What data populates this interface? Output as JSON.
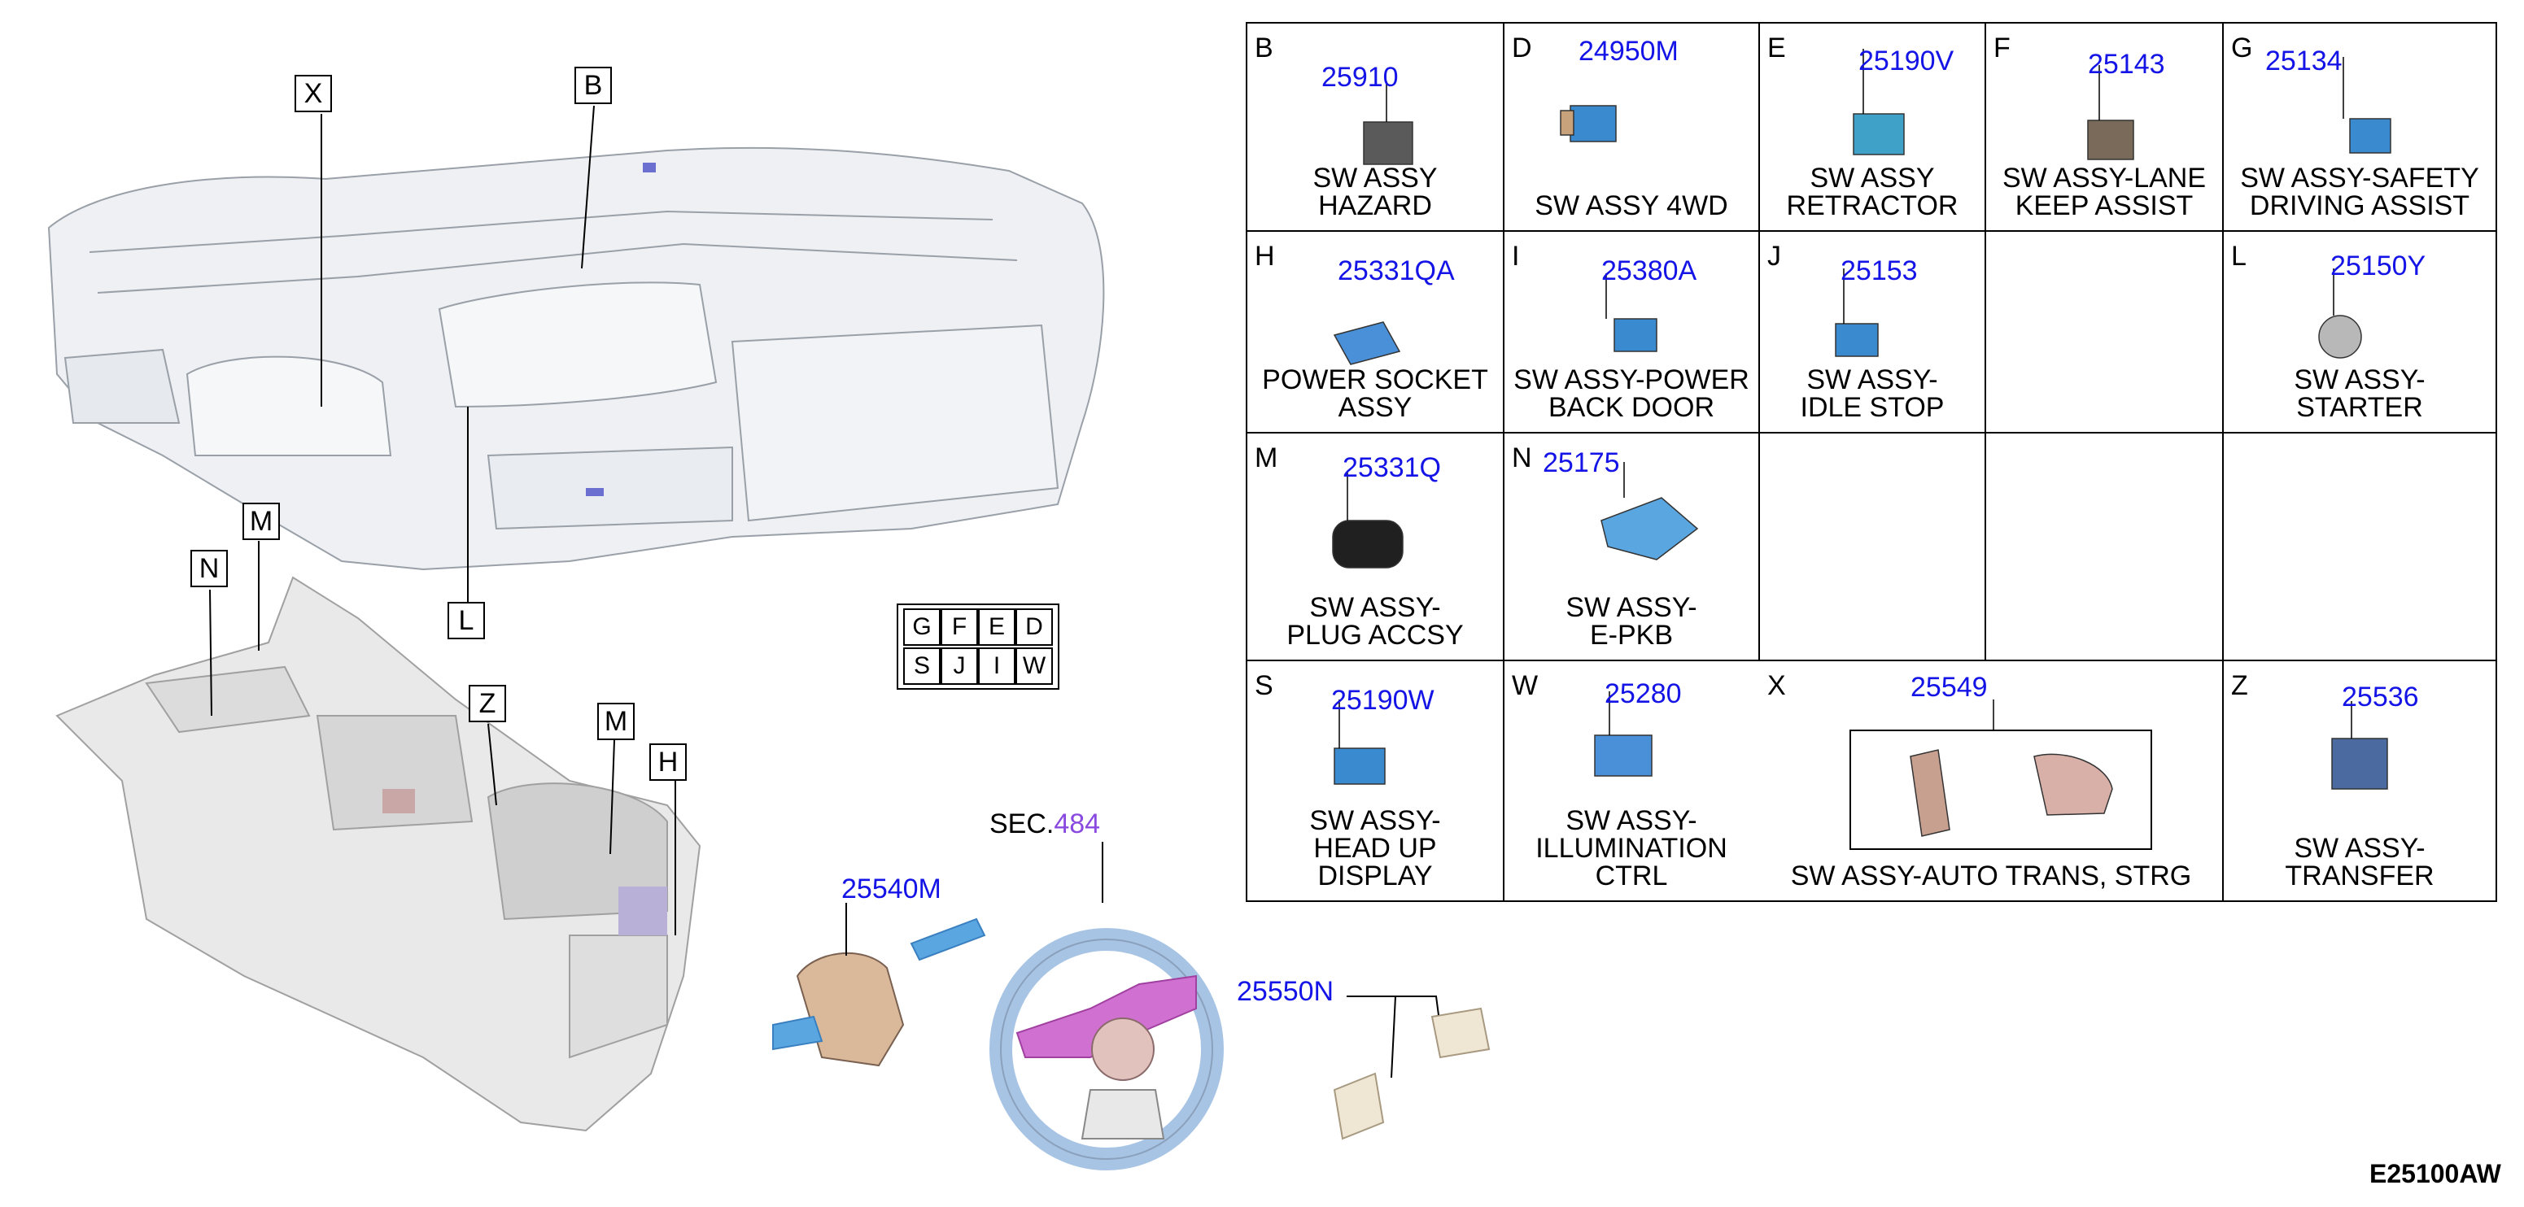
{
  "dashboard_labels": {
    "x": "X",
    "b": "B",
    "l": "L",
    "n": "N",
    "m_top": "M",
    "z": "Z",
    "m_console": "M",
    "h": "H"
  },
  "legend_grid": [
    [
      "G",
      "F",
      "E",
      "D"
    ],
    [
      "S",
      "J",
      "I",
      "W"
    ]
  ],
  "steering": {
    "sec_label": "SEC.",
    "sec_number": "484",
    "part_combination_switch": "25540M",
    "part_steering_switch": "25550N"
  },
  "figure_id": "E25100AW",
  "table": {
    "rows": [
      [
        {
          "letter": "B",
          "part": "25910",
          "name": [
            "SW ASSY",
            "HAZARD"
          ],
          "color": "#5a5a5a"
        },
        {
          "letter": "D",
          "part": "24950M",
          "name": [
            "SW ASSY 4WD"
          ],
          "color": "#3a8ad0"
        },
        {
          "letter": "E",
          "part": "25190V",
          "name": [
            "SW ASSY",
            "RETRACTOR"
          ],
          "color": "#3fa0c8"
        },
        {
          "letter": "F",
          "part": "25143",
          "name": [
            "SW ASSY-LANE",
            "KEEP ASSIST"
          ],
          "color": "#7a6a5a"
        },
        {
          "letter": "G",
          "part": "25134",
          "name": [
            "SW ASSY-SAFETY",
            "DRIVING ASSIST"
          ],
          "color": "#3a8ad0"
        }
      ],
      [
        {
          "letter": "H",
          "part": "25331QA",
          "name": [
            "POWER SOCKET",
            "ASSY"
          ],
          "color": "#4a90d8"
        },
        {
          "letter": "I",
          "part": "25380A",
          "name": [
            "SW ASSY-POWER",
            "BACK DOOR"
          ],
          "color": "#3a8ad0"
        },
        {
          "letter": "J",
          "part": "25153",
          "name": [
            "SW ASSY-",
            "IDLE STOP"
          ],
          "color": "#3a8ad0"
        },
        {
          "letter": "",
          "part": "",
          "name": [],
          "color": ""
        },
        {
          "letter": "L",
          "part": "25150Y",
          "name": [
            "SW ASSY-",
            "STARTER"
          ],
          "color": "#b8b8b8"
        }
      ],
      [
        {
          "letter": "M",
          "part": "25331Q",
          "name": [
            "SW ASSY-",
            "PLUG ACCSY"
          ],
          "color": "#202020"
        },
        {
          "letter": "N",
          "part": "25175",
          "name": [
            "SW ASSY-",
            "E-PKB"
          ],
          "color": "#5aa6e0"
        },
        {
          "letter": "",
          "part": "",
          "name": [],
          "color": ""
        },
        {
          "letter": "",
          "part": "",
          "name": [],
          "color": ""
        },
        {
          "letter": "",
          "part": "",
          "name": [],
          "color": ""
        }
      ],
      [
        {
          "letter": "S",
          "part": "25190W",
          "name": [
            "SW ASSY-",
            "HEAD UP",
            "DISPLAY"
          ],
          "color": "#3a8ad0"
        },
        {
          "letter": "W",
          "part": "25280",
          "name": [
            "SW ASSY-",
            "ILLUMINATION",
            "CTRL"
          ],
          "color": "#4a90d8"
        },
        {
          "letter": "X",
          "part": "25549",
          "name": [
            "SW ASSY-AUTO TRANS, STRG"
          ],
          "color": "#c8a090"
        },
        {
          "letter": "Z",
          "part": "25536",
          "name": [
            "SW ASSY-",
            "TRANSFER"
          ],
          "color": "#4a6aa0"
        }
      ]
    ]
  }
}
